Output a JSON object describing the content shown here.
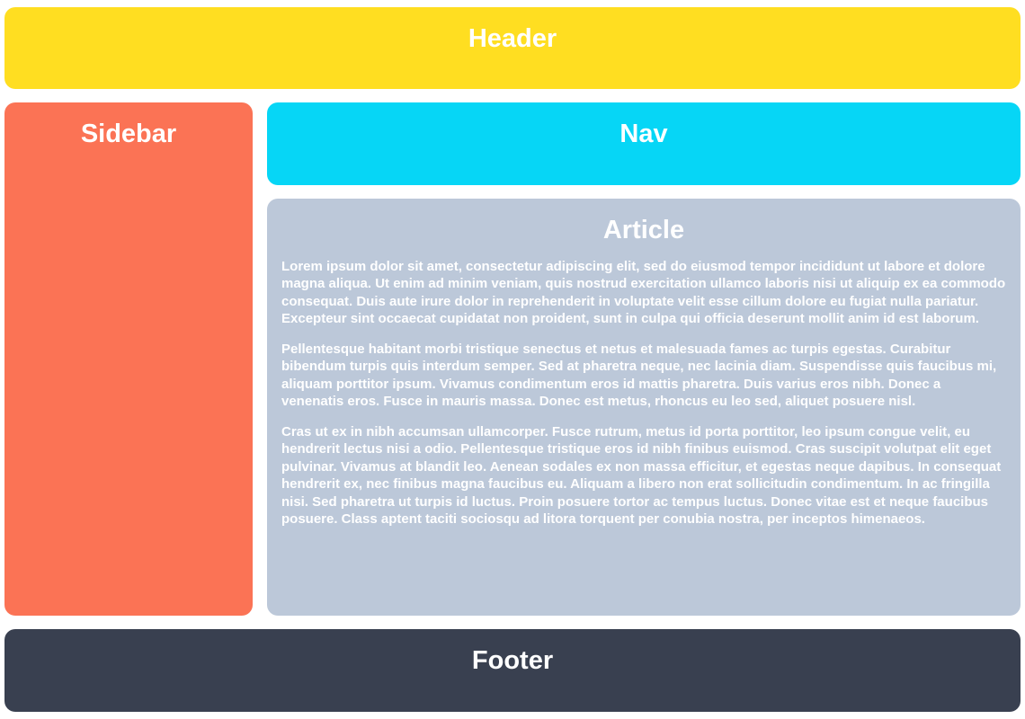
{
  "page": {
    "background_color": "#ffffff",
    "text_color": "#ffffff"
  },
  "header": {
    "title": "Header",
    "color": "#ffde21"
  },
  "sidebar": {
    "title": "Sidebar",
    "color": "#fb7355"
  },
  "nav": {
    "title": "Nav",
    "color": "#06d6f6"
  },
  "article": {
    "title": "Article",
    "color": "#bcc8d9",
    "paragraphs": [
      "Lorem ipsum dolor sit amet, consectetur adipiscing elit, sed do eiusmod tempor incididunt ut labore et dolore magna aliqua. Ut enim ad minim veniam, quis nostrud exercitation ullamco laboris nisi ut aliquip ex ea commodo consequat. Duis aute irure dolor in reprehenderit in voluptate velit esse cillum dolore eu fugiat nulla pariatur. Excepteur sint occaecat cupidatat non proident, sunt in culpa qui officia deserunt mollit anim id est laborum.",
      "Pellentesque habitant morbi tristique senectus et netus et malesuada fames ac turpis egestas. Curabitur bibendum turpis quis interdum semper. Sed at pharetra neque, nec lacinia diam. Suspendisse quis faucibus mi, aliquam porttitor ipsum. Vivamus condimentum eros id mattis pharetra. Duis varius eros nibh. Donec a venenatis eros. Fusce in mauris massa. Donec est metus, rhoncus eu leo sed, aliquet posuere nisl.",
      "Cras ut ex in nibh accumsan ullamcorper. Fusce rutrum, metus id porta porttitor, leo ipsum congue velit, eu hendrerit lectus nisi a odio. Pellentesque tristique eros id nibh finibus euismod. Cras suscipit volutpat elit eget pulvinar. Vivamus at blandit leo. Aenean sodales ex non massa efficitur, et egestas neque dapibus. In consequat hendrerit ex, nec finibus magna faucibus eu. Aliquam a libero non erat sollicitudin condimentum. In ac fringilla nisi. Sed pharetra ut turpis id luctus. Proin posuere tortor ac tempus luctus. Donec vitae est et neque faucibus posuere. Class aptent taciti sociosqu ad litora torquent per conubia nostra, per inceptos himenaeos."
    ]
  },
  "footer": {
    "title": "Footer",
    "color": "#394050"
  }
}
